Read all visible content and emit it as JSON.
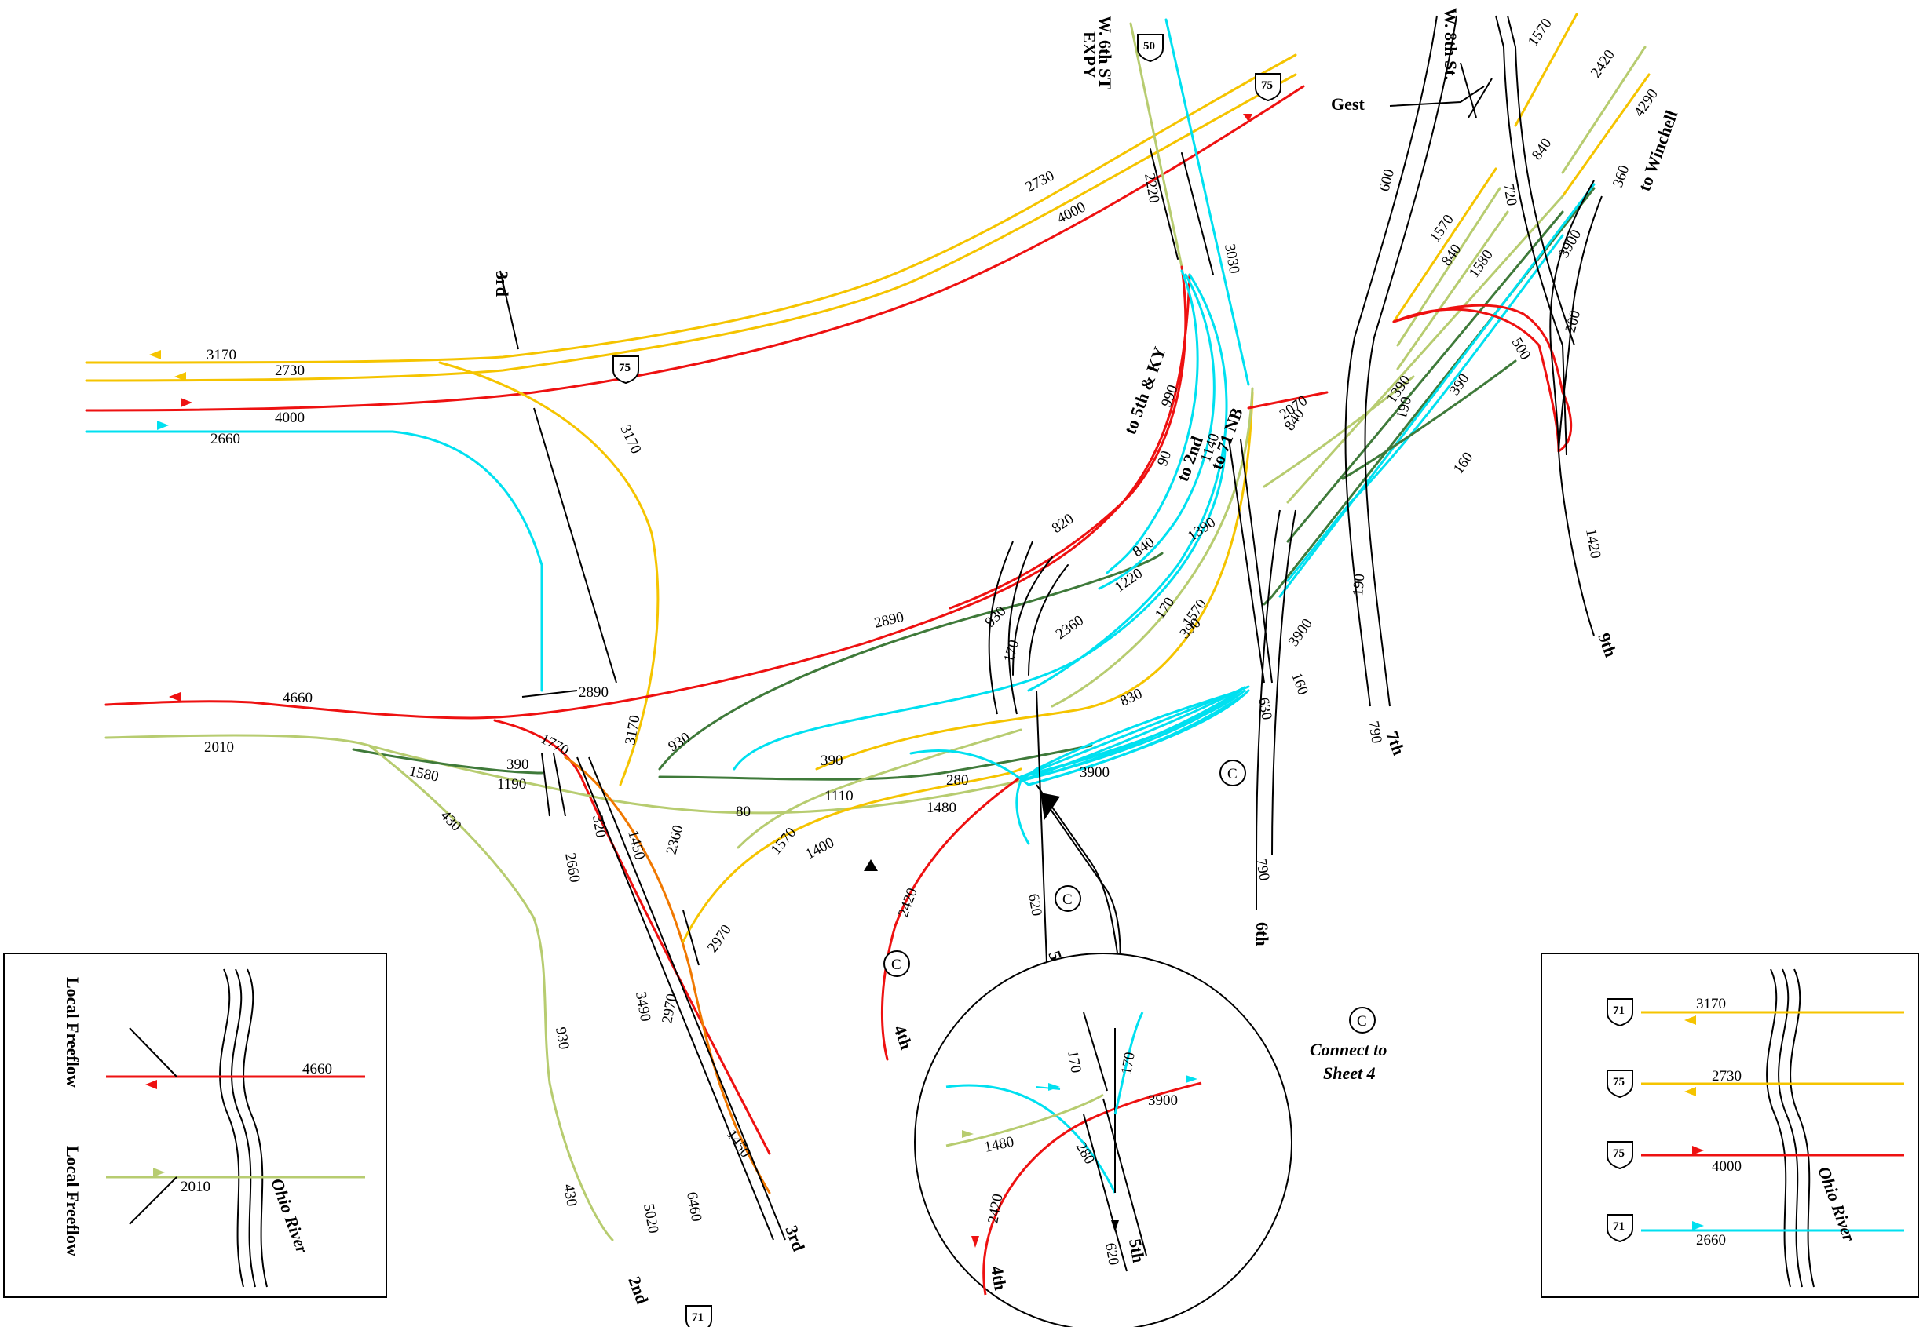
{
  "colors": {
    "yellow": "#f5c400",
    "red": "#ee1111",
    "cyan": "#00e0f0",
    "lightgreen": "#b7cc70",
    "darkgreen": "#3f7a3a",
    "orange": "#f07800",
    "black": "#000000"
  },
  "shields": {
    "us50": "50",
    "i75_top": "75",
    "i75_mid": "75",
    "i71_bottom": "71"
  },
  "streets": {
    "w6th": "W. 6th ST",
    "expy": "EXPY",
    "w8th": "W. 8th St.",
    "gest": "Gest",
    "third_top": "3rd",
    "to_5th_ky": "to 5th & KY",
    "to_2nd": "to 2nd",
    "to_71nb": "to 71 NB",
    "to_winchell": "to Winchell",
    "ninth": "9th",
    "seventh": "7th",
    "sixth": "6th",
    "fifth": "5th",
    "fourth": "4th",
    "third_bottom": "3rd",
    "second": "2nd"
  },
  "volumes": {
    "v3170": "3170",
    "v2730": "2730",
    "v4000": "4000",
    "v2660": "2660",
    "v2730b": "2730",
    "v4000b": "4000",
    "v2220": "2220",
    "v3030": "3030",
    "v3170b": "3170",
    "v4660": "4660",
    "v2010": "2010",
    "v2890": "2890",
    "v2890b": "2890",
    "v1580": "1580",
    "v390": "390",
    "v1190": "1190",
    "v1770": "1770",
    "v430": "430",
    "v3170c": "3170",
    "v930": "930",
    "v930b": "930",
    "v390b": "390",
    "v1110": "1110",
    "v80": "80",
    "v2360": "2360",
    "v320": "320",
    "v1450": "1450",
    "v2660b": "2660",
    "v1570": "1570",
    "v1400": "1400",
    "v1480": "1480",
    "v280": "280",
    "v3900": "3900",
    "v2970": "2970",
    "v2420": "2420",
    "v620": "620",
    "v990": "990",
    "v90": "90",
    "v1140": "1140",
    "v820": "820",
    "v840": "840",
    "v1220": "1220",
    "v1390": "1390",
    "v170": "170",
    "v1570b": "1570",
    "v2360b": "2360",
    "v170b": "170",
    "v830": "830",
    "v390c": "390",
    "v3900b": "3900",
    "v2070": "2070",
    "v840b": "840",
    "v630": "630",
    "v160": "160",
    "v790": "790",
    "v790b": "790",
    "v600": "600",
    "v1570c": "1570",
    "v840c": "840",
    "v1580b": "1580",
    "v720": "720",
    "v840d": "840",
    "v2420b": "2420",
    "v1570d": "1570",
    "v4290": "4290",
    "v360": "360",
    "v3900c": "3900",
    "v500": "500",
    "v200": "200",
    "v1390b": "1390",
    "v190": "190",
    "v390d": "390",
    "v160b": "160",
    "v190b": "190",
    "v1420": "1420",
    "v3490": "3490",
    "v2970b": "2970",
    "v930c": "930",
    "v430b": "430",
    "v5020": "5020",
    "v6460": "6460",
    "v1450b": "1450"
  },
  "inset_left": {
    "local_freeflow_top": "Local Freeflow",
    "local_freeflow_bottom": "Local Freeflow",
    "v4660": "4660",
    "v2010": "2010",
    "river": "Ohio River"
  },
  "inset_right": {
    "shield1": "71",
    "shield2": "75",
    "shield3": "75",
    "shield4": "71",
    "v3170": "3170",
    "v2730": "2730",
    "v4000": "4000",
    "v2660": "2660",
    "river": "Ohio River"
  },
  "inset_circle": {
    "v170a": "170",
    "v170b": "170",
    "v3900": "3900",
    "v1480": "1480",
    "v280": "280",
    "v2420": "2420",
    "v620": "620",
    "fifth": "5th",
    "fourth": "4th"
  },
  "connector": {
    "symbol": "C",
    "note_line1": "Connect to",
    "note_line2": "Sheet  4"
  }
}
